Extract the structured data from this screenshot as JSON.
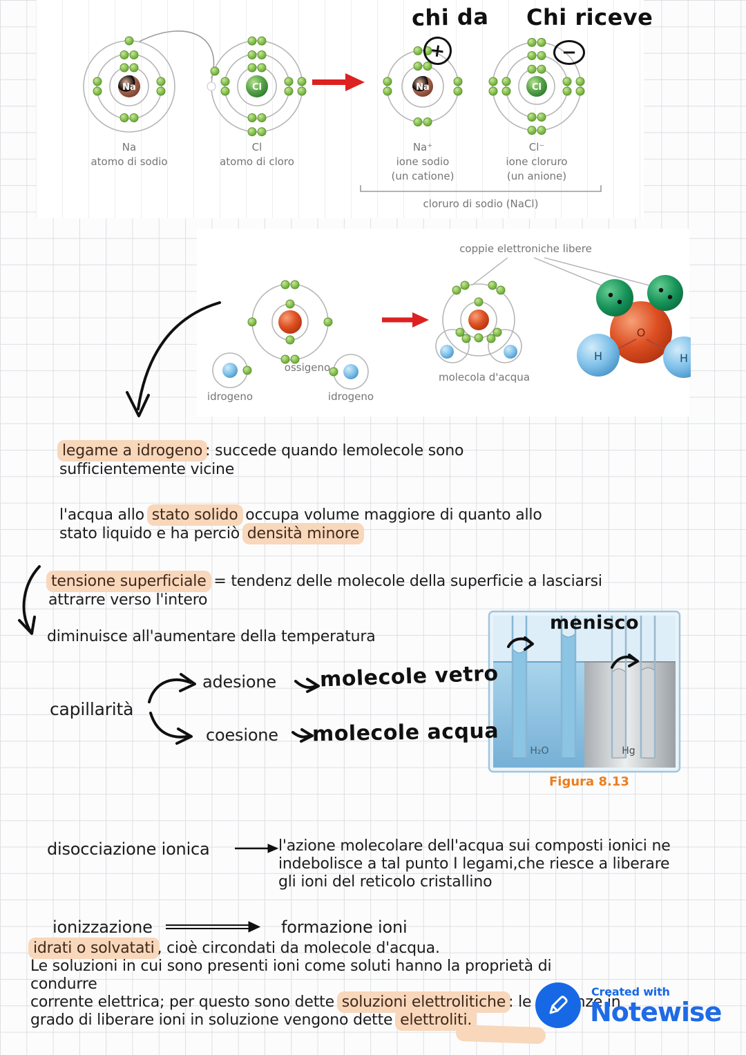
{
  "handwriting": {
    "chi_da": "chi da",
    "chi_riceve": "Chi riceve",
    "plus_sign": "+",
    "minus_sign": "−",
    "menisco": "menisco",
    "molecole_vetro": "molecole vetro",
    "molecole_acqua": "molecole acqua"
  },
  "ionic_diagram": {
    "na_symbol": "Na",
    "cl_symbol": "Cl",
    "na_label": "Na",
    "na_sub": "atomo di sodio",
    "cl_label": "Cl",
    "cl_sub": "atomo di cloro",
    "na_ion_label": "Na⁺",
    "na_ion_sub": "ione sodio",
    "na_ion_sub2": "(un catione)",
    "cl_ion_label": "Cl⁻",
    "cl_ion_sub": "ione cloruro",
    "cl_ion_sub2": "(un anione)",
    "bracket_label": "cloruro di sodio (NaCl)"
  },
  "water_diagram": {
    "free_pairs_label": "coppie elettroniche libere",
    "oxygen_label": "ossigeno",
    "hydrogen_left_label": "idrogeno",
    "hydrogen_right_label": "idrogeno",
    "water_label": "molecola d'acqua",
    "o_letter": "O",
    "h_left": "H",
    "h_right": "H"
  },
  "notes": {
    "hbond_hl": "legame a idrogeno",
    "hbond_rest": ": succede quando lemolecole sono",
    "hbond_line2": "sufficientemente vicine",
    "ice_l1a": "l'acqua allo ",
    "ice_l1hl": "stato solido",
    "ice_l1b": " occupa volume maggiore di quanto allo",
    "ice_l2a": "stato liquido e ha perciò ",
    "ice_l2hl": "densità minore",
    "tension_hl": "tensione superficiale",
    "tension_rest": " = tendenz delle molecole della superficie a lasciarsi",
    "tension_line2": "attrarre verso l'intero",
    "temperature_line": "diminuisce all'aumentare della temperatura",
    "capillarity": "capillarità",
    "adhesion": "adesione",
    "cohesion": "coesione",
    "dissociation_term": "disocciazione ionica",
    "dissociation_l1": "l'azione molecolare dell'acqua sui composti ionici ne",
    "dissociation_l2": "indebolisce a tal punto I legami,che riesce a liberare",
    "dissociation_l3": "gli ioni del reticolo cristallino",
    "ionization_term": "ionizzazione",
    "ionization_def": "formazione ioni",
    "final_l1hl": "idrati o solvatati",
    "final_l1rest": ", cioè circondati da molecole d'acqua.",
    "final_l2": "Le soluzioni in cui sono presenti ioni come soluti hanno la proprietà di",
    "final_l3": "condurre",
    "final_l4a": "corrente elettrica; per questo sono dette ",
    "final_l4hl": "soluzioni elettrolitiche",
    "final_l4b": ": le sostanze in",
    "final_l5a": "grado di liberare ioni in soluzione vengono dette ",
    "final_l5hl": "elettroliti."
  },
  "meniscus_figure": {
    "h2o_label": "H₂O",
    "hg_label": "Hg",
    "caption": "Figura 8.13"
  },
  "watermark": {
    "created_with": "Created with",
    "brand": "Notewise"
  },
  "colors": {
    "highlight": "#f8d7bb",
    "brand_blue": "#1f6be6",
    "figure_caption_orange": "#ed7d1d",
    "arrow_red": "#dd2020",
    "electron_green": "#8cc63f",
    "ink_black": "#101010"
  }
}
